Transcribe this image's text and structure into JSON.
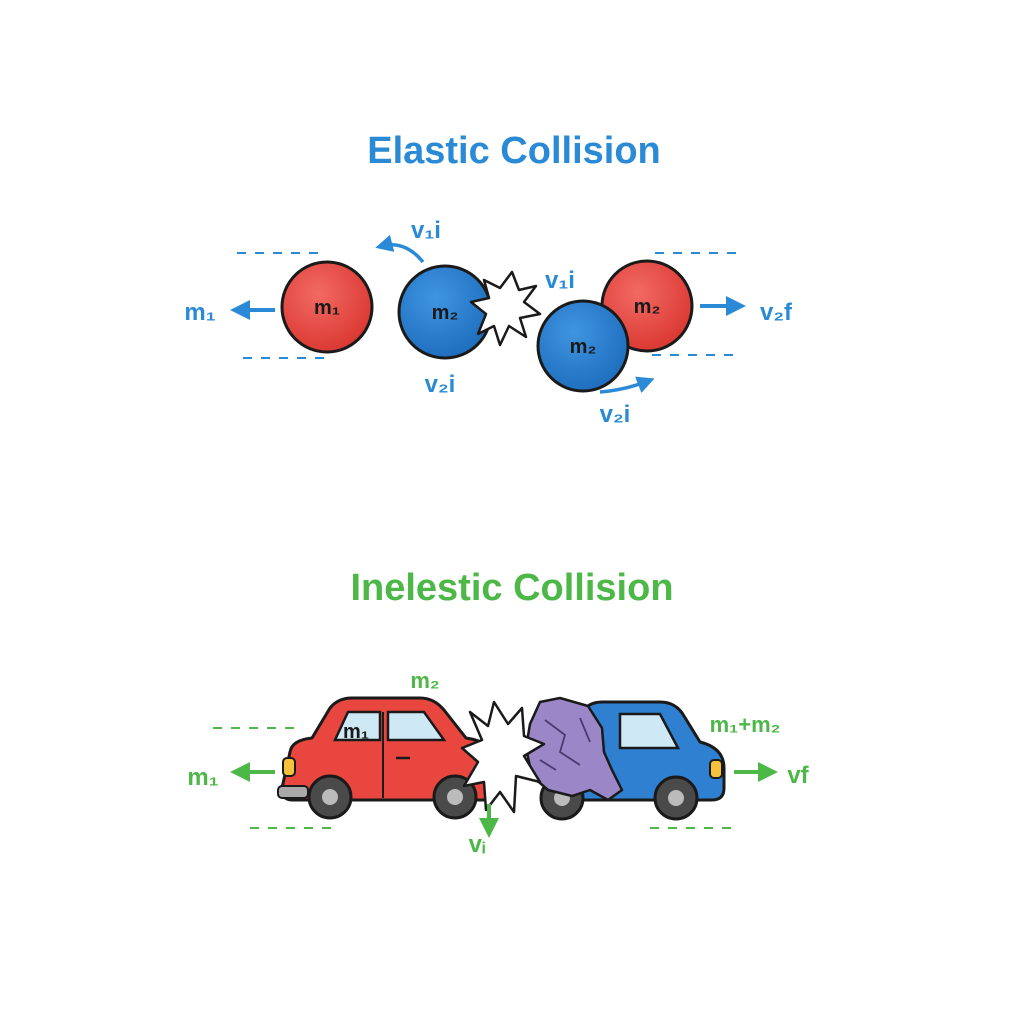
{
  "colors": {
    "elastic": "#2a8ad6",
    "inelastic": "#4db848",
    "red_ball": "#e8463f",
    "blue_ball": "#2a7fd4",
    "red_car": "#e8463f",
    "blue_car": "#2f80d0",
    "crumple": "#9b86c8",
    "outline": "#1a1a1a"
  },
  "elastic": {
    "title": "Elastic Collision",
    "labels": {
      "m1_left": "m₁",
      "ball1": "m₁",
      "ball2": "m₂",
      "v1i_top": "v₁i",
      "v2i_left": "v₂i",
      "v1i_right": "v₁i",
      "ball2_after": "m₂",
      "ball3_after": "m₂",
      "v2f": "v₂f",
      "v2i_right": "v₂i"
    }
  },
  "inelastic": {
    "title": "Inelestic Collision",
    "labels": {
      "m2_top": "m₂",
      "car1": "m₁",
      "m1_left": "m₁",
      "vi": "vᵢ",
      "m1m2": "m₁+m₂",
      "vf": "vf"
    }
  }
}
